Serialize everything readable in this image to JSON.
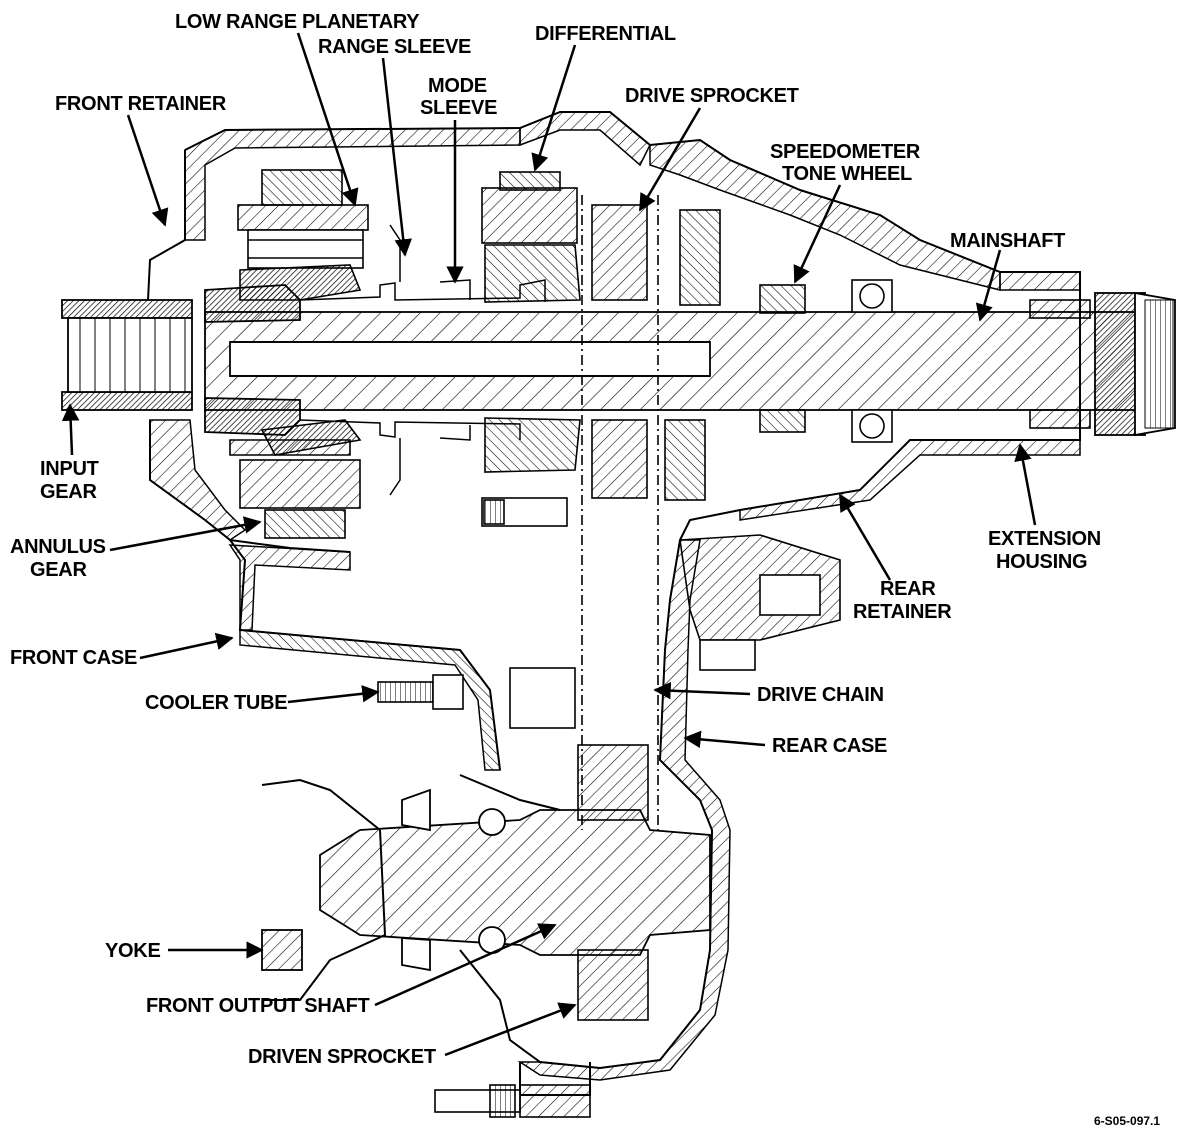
{
  "diagram": {
    "figure_id": "6-S05-097.1",
    "labels": {
      "low_range_planetary": "LOW RANGE PLANETARY",
      "range_sleeve": "RANGE SLEEVE",
      "differential": "DIFFERENTIAL",
      "front_retainer": "FRONT RETAINER",
      "mode_sleeve_1": "MODE",
      "mode_sleeve_2": "SLEEVE",
      "drive_sprocket": "DRIVE SPROCKET",
      "speedometer_1": "SPEEDOMETER",
      "speedometer_2": "TONE WHEEL",
      "mainshaft": "MAINSHAFT",
      "input_gear_1": "INPUT",
      "input_gear_2": "GEAR",
      "annulus_gear_1": "ANNULUS",
      "annulus_gear_2": "GEAR",
      "extension_housing_1": "EXTENSION",
      "extension_housing_2": "HOUSING",
      "rear_retainer_1": "REAR",
      "rear_retainer_2": "RETAINER",
      "front_case": "FRONT CASE",
      "cooler_tube": "COOLER TUBE",
      "drive_chain": "DRIVE CHAIN",
      "rear_case": "REAR CASE",
      "yoke": "YOKE",
      "front_output_shaft": "FRONT OUTPUT SHAFT",
      "driven_sprocket": "DRIVEN SPROCKET"
    }
  }
}
